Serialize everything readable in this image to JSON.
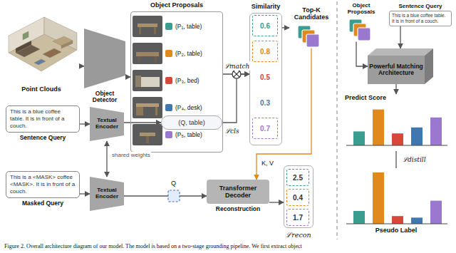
{
  "diagram": {
    "caption": "Figure 2. Overall architecture diagram of our model. The model is based on a two-stage grounding pipeline. We first extract object",
    "nodes": [
      {
        "text": [
          "Point Clouds"
        ]
      },
      {
        "text": [
          "Object Detector"
        ]
      },
      {
        "text": [
          "Object Proposals"
        ]
      },
      {
        "text": [
          "(P₁, table)"
        ],
        "in": 2
      },
      {
        "text": [
          "(P₂, table)"
        ],
        "in": 2
      },
      {
        "text": [
          "(P₃, bed)"
        ],
        "in": 2
      },
      {
        "text": [
          "(P₄, desk)"
        ],
        "in": 2
      },
      {
        "text": [
          "(P₅, table)"
        ],
        "in": 2
      },
      {
        "text": [
          "Similarity"
        ]
      },
      {
        "text": [
          "0.6"
        ],
        "in": 8
      },
      {
        "text": [
          "0.8"
        ],
        "in": 8
      },
      {
        "text": [
          "0.5"
        ],
        "in": 8
      },
      {
        "text": [
          "0.3"
        ],
        "in": 8
      },
      {
        "text": [
          "0.7"
        ],
        "in": 8
      },
      {
        "text": [
          "Top-K Candidates"
        ]
      },
      {
        "text": [
          "This is a blue coffee table. It is in front of a couch.",
          "Sentence Query"
        ]
      },
      {
        "text": [
          "Textual Encoder"
        ]
      },
      {
        "text": [
          "(Q, table)"
        ]
      },
      {
        "text": [
          "This is a <MASK> coffee <MASK>. It is in front of a couch.",
          "Masked Query"
        ]
      },
      {
        "text": [
          "Textual Encoder"
        ]
      },
      {
        "text": [
          "Transformer Decoder",
          "Reconstruction"
        ]
      },
      {
        "text": [
          "ℒrecon"
        ]
      },
      {
        "text": [
          "2.5"
        ],
        "in": 21
      },
      {
        "text": [
          "0.4"
        ],
        "in": 21
      },
      {
        "text": [
          "1.7"
        ],
        "in": 21
      },
      {
        "text": [
          "Object Proposals"
        ]
      },
      {
        "text": [
          "Sentence Query",
          "This is a blue coffee table. It is in front of a couch."
        ]
      },
      {
        "text": [
          "Powerful Matching Architecture"
        ]
      },
      {
        "text": [
          "Predict Score"
        ]
      },
      {
        "text": [
          "Pseudo Label"
        ]
      }
    ],
    "edges": [
      {
        "from": 0,
        "to": 1,
        "arrow": "to"
      },
      {
        "from": 1,
        "to": 2,
        "arrow": "to"
      },
      {
        "from": 15,
        "to": 16,
        "arrow": "to"
      },
      {
        "from": 18,
        "to": 19,
        "arrow": "to"
      },
      {
        "from": 16,
        "to": 17,
        "arrow": "to"
      },
      {
        "from": 19,
        "to": 20,
        "arrow": "to",
        "label": "Q"
      },
      {
        "from": 16,
        "to": 19,
        "arrow": "both",
        "label": "shared weights"
      },
      {
        "from": 2,
        "to": 8,
        "arrow": "to"
      },
      {
        "from": 17,
        "to": 8,
        "arrow": "to"
      },
      {
        "from": 8,
        "to": 14,
        "arrow": "to"
      },
      {
        "from": 14,
        "to": 20,
        "arrow": "to",
        "label": "K, V"
      },
      {
        "from": 20,
        "to": 21,
        "arrow": "to"
      },
      {
        "from": 25,
        "to": 27,
        "arrow": "to"
      },
      {
        "from": 26,
        "to": 27,
        "arrow": "to"
      },
      {
        "from": 27,
        "to": 28,
        "arrow": "to"
      },
      {
        "from": 28,
        "to": 29,
        "arrow": "none",
        "label": "ℒdistill"
      }
    ],
    "labels": [
      "ℒmatch",
      "ℒcls"
    ]
  }
}
